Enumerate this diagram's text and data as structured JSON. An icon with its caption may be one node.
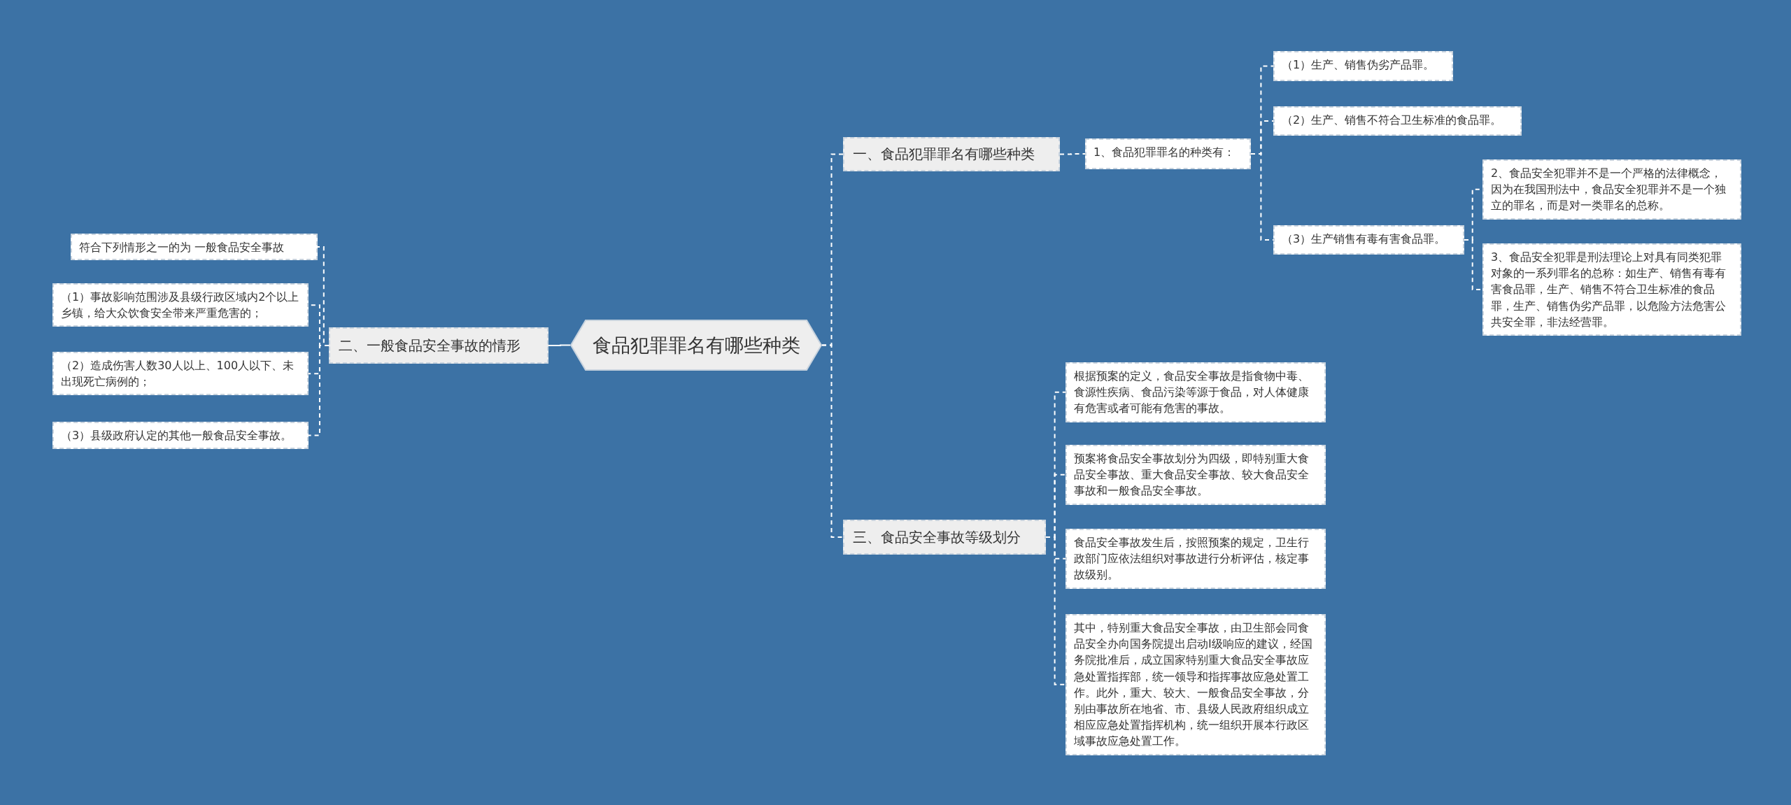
{
  "diagram": {
    "nodes": [
      {
        "text": [
          "食品犯罪罪名有哪些种类"
        ]
      },
      {
        "text": [
          "一、食品犯罪罪名有哪些种类"
        ]
      },
      {
        "text": [
          "1、食品犯罪罪名的种类有："
        ]
      },
      {
        "text": [
          "（1）生产、销售伪劣产品罪。"
        ]
      },
      {
        "text": [
          "（2）生产、销售不符合卫生标准的食品罪。"
        ]
      },
      {
        "text": [
          "（3）生产销售有毒有害食品罪。"
        ]
      },
      {
        "text": [
          "2、食品安全犯罪并不是一个严格的法律概念，因为在我国刑法中，食品安全犯罪并不是一个独立的罪名，而是对一类罪名的总称。"
        ]
      },
      {
        "text": [
          "3、食品安全犯罪是刑法理论上对具有同类犯罪对象的一系列罪名的总称：如生产、销售有毒有害食品罪，生产、销售不符合卫生标准的食品罪，生产、销售伪劣产品罪，以危险方法危害公共安全罪，非法经营罪。"
        ]
      },
      {
        "text": [
          "三、食品安全事故等级划分"
        ]
      },
      {
        "text": [
          "根据预案的定义，食品安全事故是指食物中毒、食源性疾病、食品污染等源于食品，对人体健康有危害或者可能有危害的事故。"
        ]
      },
      {
        "text": [
          "预案将食品安全事故划分为四级，即特别重大食品安全事故、重大食品安全事故、较大食品安全事故和一般食品安全事故。"
        ]
      },
      {
        "text": [
          "食品安全事故发生后，按照预案的规定，卫生行政部门应依法组织对事故进行分析评估，核定事故级别。"
        ]
      },
      {
        "text": [
          "其中，特别重大食品安全事故，由卫生部会同食品安全办向国务院提出启动I级响应的建议，经国务院批准后，成立国家特别重大食品安全事故应急处置指挥部，统一领导和指挥事故应急处置工作。此外，重大、较大、一般食品安全事故，分别由事故所在地省、市、县级人民政府组织成立相应应急处置指挥机构，统一组织开展本行政区域事故应急处置工作。"
        ]
      },
      {
        "text": [
          "二、一般食品安全事故的情形"
        ]
      },
      {
        "text": [
          "符合下列情形之一的为 一般食品安全事故"
        ]
      },
      {
        "text": [
          "（1）事故影响范围涉及县级行政区域内2个以上乡镇，给大众饮食安全带来严重危害的；"
        ]
      },
      {
        "text": [
          "（2）造成伤害人数30人以上、100人以下、未出现死亡病例的；"
        ]
      },
      {
        "text": [
          "（3）县级政府认定的其他一般食品安全事故。"
        ]
      }
    ],
    "edges": [
      {
        "from": 0,
        "to": 1,
        "arrow": "none",
        "style": "dashed"
      },
      {
        "from": 1,
        "to": 2,
        "arrow": "none",
        "style": "dashed"
      },
      {
        "from": 2,
        "to": 3,
        "arrow": "none",
        "style": "dashed"
      },
      {
        "from": 2,
        "to": 4,
        "arrow": "none",
        "style": "dashed"
      },
      {
        "from": 2,
        "to": 5,
        "arrow": "none",
        "style": "dashed"
      },
      {
        "from": 5,
        "to": 6,
        "arrow": "none",
        "style": "dashed"
      },
      {
        "from": 5,
        "to": 7,
        "arrow": "none",
        "style": "dashed"
      },
      {
        "from": 0,
        "to": 8,
        "arrow": "none",
        "style": "dashed"
      },
      {
        "from": 8,
        "to": 9,
        "arrow": "none",
        "style": "dashed"
      },
      {
        "from": 8,
        "to": 10,
        "arrow": "none",
        "style": "dashed"
      },
      {
        "from": 8,
        "to": 11,
        "arrow": "none",
        "style": "dashed"
      },
      {
        "from": 8,
        "to": 12,
        "arrow": "none",
        "style": "dashed"
      },
      {
        "from": 0,
        "to": 13,
        "arrow": "none"
      },
      {
        "from": 13,
        "to": 14,
        "arrow": "none",
        "style": "dashed"
      },
      {
        "from": 13,
        "to": 15,
        "arrow": "none",
        "style": "dashed"
      },
      {
        "from": 13,
        "to": 16,
        "arrow": "none",
        "style": "dashed"
      },
      {
        "from": 13,
        "to": 17,
        "arrow": "none",
        "style": "dashed"
      }
    ]
  }
}
